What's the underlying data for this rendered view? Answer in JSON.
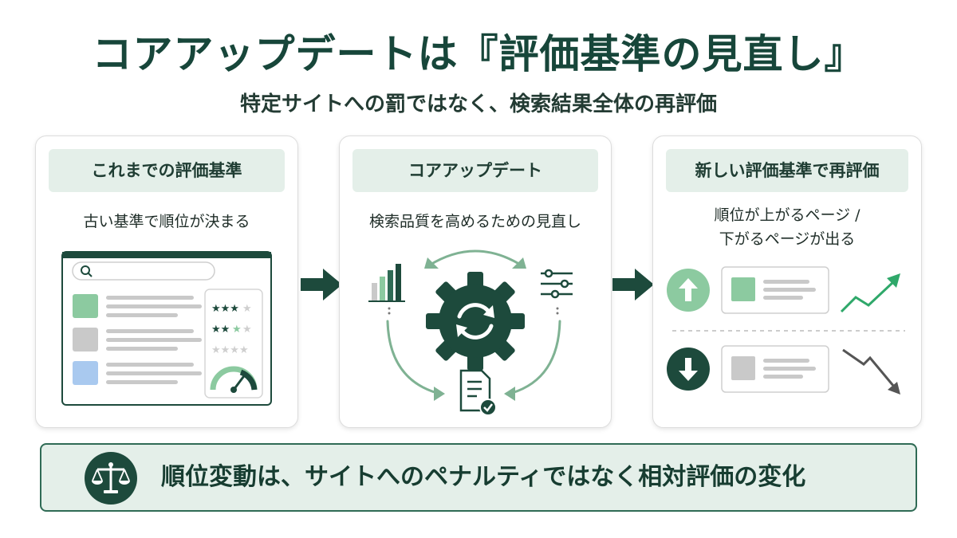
{
  "header": {
    "title": "コアアップデートは『評価基準の見直し』",
    "subtitle": "特定サイトへの罰ではなく、検索結果全体の再評価"
  },
  "cards": [
    {
      "heading": "これまでの評価基準",
      "description": "古い基準で順位が決まる"
    },
    {
      "heading": "コアアップデート",
      "description": "検索品質を高めるための見直し"
    },
    {
      "heading": "新しい評価基準で再評価",
      "description_line1": "順位が上がるページ /",
      "description_line2": "下がるページが出る"
    }
  ],
  "banner": {
    "text": "順位変動は、サイトへのペナルティではなく相対評価の変化"
  },
  "icons": {
    "arrows": "arrow-right-icon",
    "search": "search-icon",
    "stars": "star-icon",
    "gauge": "gauge-icon",
    "gear": "gear-refresh-icon",
    "bar_chart": "bar-chart-icon",
    "sliders": "sliders-icon",
    "document": "document-check-icon",
    "up": "arrow-up-circle-icon",
    "down": "arrow-down-circle-icon",
    "scale": "balance-scale-icon"
  },
  "colors": {
    "dark_green": "#1d4a3c",
    "light_green": "#8ccaa0",
    "grey": "#c9c9c9",
    "blue": "#a9c9ef",
    "panel_bg": "#e4efe9",
    "trend_up": "#2fa86a",
    "trend_down": "#555555"
  }
}
